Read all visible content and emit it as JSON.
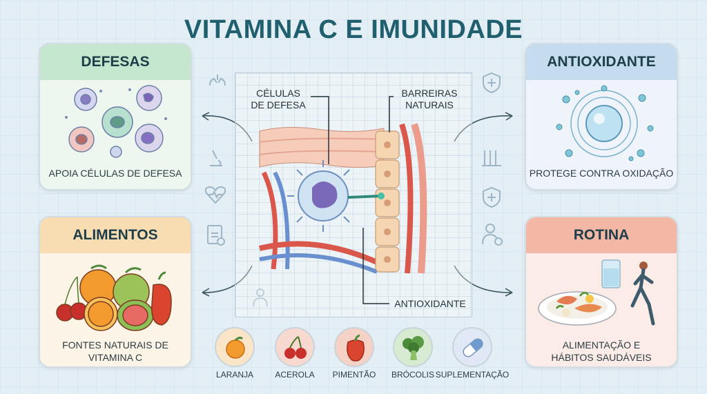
{
  "title": "VITAMINA C E IMUNIDADE",
  "cards": {
    "defesas": {
      "title": "DEFESAS",
      "caption": "APOIA CÉLULAS DE DEFESA"
    },
    "antioxidante": {
      "title": "ANTIOXIDANTE",
      "caption": "PROTEGE CONTRA OXIDAÇÃO"
    },
    "alimentos": {
      "title": "ALIMENTOS",
      "caption_line1": "FONTES NATURAIS DE",
      "caption_line2": "VITAMINA C"
    },
    "rotina": {
      "title": "ROTINA",
      "caption_line1": "ALIMENTAÇÃO E",
      "caption_line2": "HÁBITOS SAUDÁVEIS"
    }
  },
  "center": {
    "label_cells_line1": "CÉLULAS",
    "label_cells_line2": "DE DEFESA",
    "label_barriers_line1": "BARREIRAS",
    "label_barriers_line2": "NATURAIS",
    "label_antioxidant": "ANTIOXIDANTE"
  },
  "foods": [
    {
      "label": "LARANJA",
      "icon": "orange-icon",
      "color": "#f29a2e"
    },
    {
      "label": "ACEROLA",
      "icon": "cherry-icon",
      "color": "#c8302c"
    },
    {
      "label": "PIMENTÃO",
      "icon": "pepper-icon",
      "color": "#d9452e"
    },
    {
      "label": "BRÓCOLIS",
      "icon": "broccoli-icon",
      "color": "#4c8a3a"
    },
    {
      "label": "SUPLEMENTAÇÃO",
      "icon": "capsule-icon",
      "color": "#6f9bd1"
    }
  ],
  "colors": {
    "title": "#1f5f6e",
    "defesas": "#c5e6cf",
    "antioxidante": "#c5dcef",
    "alimentos": "#f7ddb1",
    "rotina": "#f3b7a6"
  }
}
